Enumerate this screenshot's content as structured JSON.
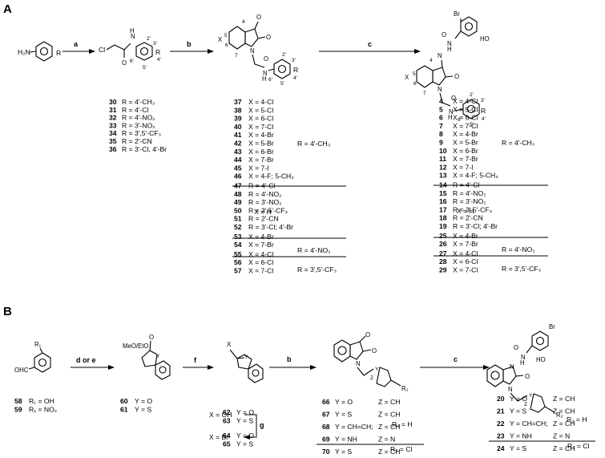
{
  "panels": {
    "a": "A",
    "b": "B"
  },
  "reagents": {
    "a": "a",
    "b": "b",
    "c": "c",
    "d_or_e": "d or e",
    "f": "f",
    "g": "g"
  },
  "atoms": {
    "h2n": "H₂N",
    "r": "R",
    "cl": "Cl",
    "h": "H",
    "n": "N",
    "o": "O",
    "x": "X",
    "br": "Br",
    "ho": "HO",
    "nh": "N",
    "oh": "OH",
    "y": "Y",
    "z": "Z",
    "r1": "R₁",
    "ohc": "OHC",
    "r2": "R₂",
    "meo": "MeO/EtO"
  },
  "ring_positions": {
    "two": "2'",
    "three": "3'",
    "four": "4'",
    "five": "5'",
    "six": "6'"
  },
  "isatin_positions": {
    "p4": "4",
    "p5": "5",
    "p6": "6",
    "p7": "7"
  },
  "col1": [
    {
      "n": "30",
      "t": "R = 4'-CH₃"
    },
    {
      "n": "31",
      "t": "R = 4'-Cl"
    },
    {
      "n": "32",
      "t": "R = 4'-NO₂"
    },
    {
      "n": "33",
      "t": "R = 3'-NO₂"
    },
    {
      "n": "34",
      "t": "R = 3',5'-CF₃"
    },
    {
      "n": "35",
      "t": "R = 2'-CN"
    },
    {
      "n": "36",
      "t": "R = 3'-Cl, 4'-Br"
    }
  ],
  "col2": [
    {
      "n": "37",
      "t": "X = 4-Cl"
    },
    {
      "n": "38",
      "t": "X = 5-Cl"
    },
    {
      "n": "39",
      "t": "X = 6-Cl"
    },
    {
      "n": "40",
      "t": "X = 7-Cl"
    },
    {
      "n": "41",
      "t": "X = 4-Br"
    },
    {
      "n": "42",
      "t": "X = 5-Br"
    },
    {
      "n": "43",
      "t": "X = 6-Br"
    },
    {
      "n": "44",
      "t": "X = 7-Br"
    },
    {
      "n": "45",
      "t": "X = 7-I"
    },
    {
      "n": "46",
      "t": "X = 4-F; 5-CH₃"
    },
    {
      "n": "47",
      "t": "R = 4'-Cl"
    },
    {
      "n": "48",
      "t": "R = 4'-NO₂"
    },
    {
      "n": "49",
      "t": "R = 3'-NO₂"
    },
    {
      "n": "50",
      "t": "R = 3',5'-CF₃"
    },
    {
      "n": "51",
      "t": "R = 2'-CN"
    },
    {
      "n": "52",
      "t": "R = 3'-Cl; 4'-Br"
    },
    {
      "n": "53",
      "t": "X = 4-Br"
    },
    {
      "n": "54",
      "t": "X = 7-Br"
    },
    {
      "n": "55",
      "t": "X = 4-Cl"
    },
    {
      "n": "56",
      "t": "X = 6-Cl"
    },
    {
      "n": "57",
      "t": "X = 7-Cl"
    }
  ],
  "col3": [
    {
      "n": "4",
      "t": "X = 4-Cl"
    },
    {
      "n": "5",
      "t": "X = 5-Cl"
    },
    {
      "n": "6",
      "t": "X = 6-Cl"
    },
    {
      "n": "7",
      "t": "X = 7-Cl"
    },
    {
      "n": "8",
      "t": "X = 4-Br"
    },
    {
      "n": "9",
      "t": "X = 5-Br"
    },
    {
      "n": "10",
      "t": "X = 6-Br"
    },
    {
      "n": "11",
      "t": "X = 7-Br"
    },
    {
      "n": "12",
      "t": "X = 7-I"
    },
    {
      "n": "13",
      "t": "X = 4-F; 5-CH₃"
    },
    {
      "n": "14",
      "t": "R = 4'-Cl"
    },
    {
      "n": "15",
      "t": "R = 4'-NO₂"
    },
    {
      "n": "16",
      "t": "R = 3'-NO₂"
    },
    {
      "n": "17",
      "t": "R = 3',5'-CF₃"
    },
    {
      "n": "18",
      "t": "R = 2'-CN"
    },
    {
      "n": "19",
      "t": "R = 3'-Cl; 4'-Br"
    },
    {
      "n": "25",
      "t": "X = 4-Br"
    },
    {
      "n": "26",
      "t": "X = 7-Br"
    },
    {
      "n": "27",
      "t": "X = 4-Cl"
    },
    {
      "n": "28",
      "t": "X = 6-Cl"
    },
    {
      "n": "29",
      "t": "X = 7-Cl"
    }
  ],
  "group_labels": {
    "r_ch3": "R = 4'-CH₃",
    "x_h": "X = H",
    "r_no2": "R = 4'-NO₂",
    "r_cf3": "R = 3',5'-CF₃"
  },
  "b_start": [
    {
      "n": "58",
      "t": "R₁ = OH"
    },
    {
      "n": "59",
      "t": "R₁ = NO₂"
    }
  ],
  "b_ester": [
    {
      "n": "60",
      "t": "Y = O"
    },
    {
      "n": "61",
      "t": "Y = S"
    }
  ],
  "b_alc": [
    {
      "n": "62",
      "t": "Y = O"
    },
    {
      "n": "63",
      "t": "Y = S"
    }
  ],
  "b_alc_x": "X = OH",
  "b_br": [
    {
      "n": "64",
      "t": "Y = O"
    },
    {
      "n": "65",
      "t": "Y = S"
    }
  ],
  "b_br_x": "X = Br",
  "b_mid": [
    {
      "n": "66",
      "y": "Y = O",
      "z": "Z = CH"
    },
    {
      "n": "67",
      "y": "Y = S",
      "z": "Z = CH"
    },
    {
      "n": "68",
      "y": "Y = CH=CH;",
      "z": "Z = CH"
    },
    {
      "n": "69",
      "y": "Y = NH",
      "z": "Z = N"
    },
    {
      "n": "70",
      "y": "Y = S",
      "z": "Z = CH"
    }
  ],
  "b_mid_r2": {
    "h": "R₂ = H",
    "cl": "R₂ = Cl"
  },
  "b_fin": [
    {
      "n": "20",
      "y": "Y = O",
      "z": "Z = CH"
    },
    {
      "n": "21",
      "y": "Y = S",
      "z": "Z = CH"
    },
    {
      "n": "22",
      "y": "Y = CH=CH;",
      "z": "Z = CH"
    },
    {
      "n": "23",
      "y": "Y = NH",
      "z": "Z = N"
    },
    {
      "n": "24",
      "y": "Y = S",
      "z": "Z = CH"
    }
  ],
  "b_fin_r2": {
    "h": "R₂ = H",
    "cl": "R₂ = Cl"
  }
}
